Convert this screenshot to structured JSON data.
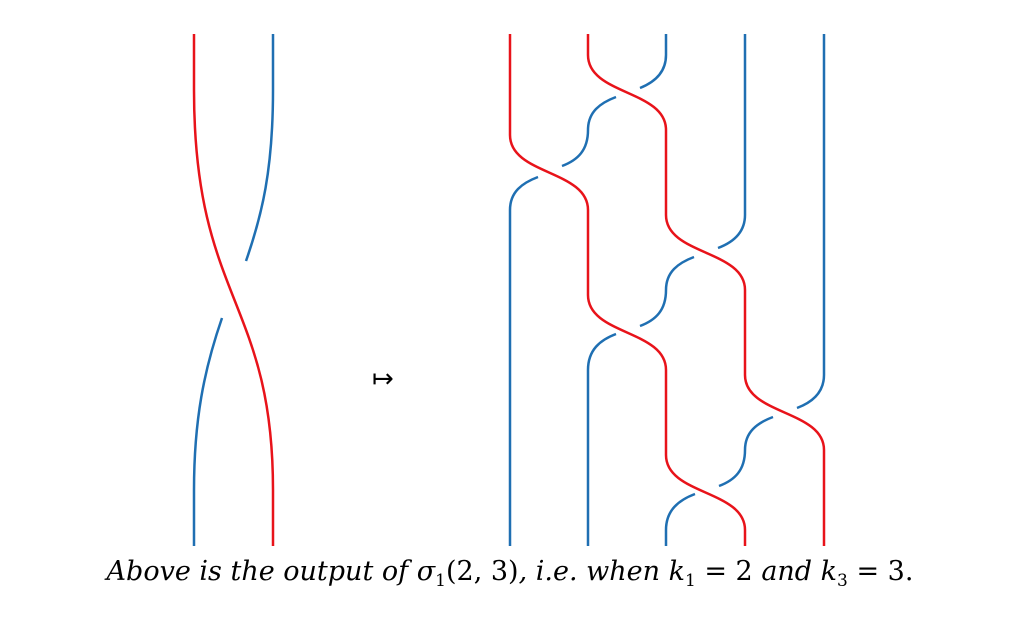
{
  "colors": {
    "red": "#e8131a",
    "blue": "#1f6fb2"
  },
  "arrow_symbol": "↦",
  "caption": {
    "part1": "Above is the output of ",
    "sigma": "σ",
    "sigma_sub": "1",
    "args": "(2, 3)",
    "part2": ", i.e. when ",
    "k1": "k",
    "k1_sub": "1",
    "eq1": " = 2",
    "and_text": " and ",
    "k3": "k",
    "k3_sub": "3",
    "eq2": " = 3."
  }
}
